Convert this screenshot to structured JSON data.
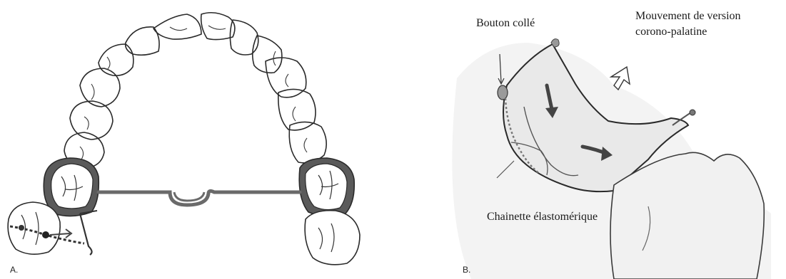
{
  "panel_a": {
    "label": "A."
  },
  "panel_b": {
    "label": "B.",
    "annotations": {
      "bonded_button": "Bouton collé",
      "movement_line1": "Mouvement  de version",
      "movement_line2": "corono-palatine",
      "elastomeric_chain": "Chainette élastomérique"
    }
  },
  "colors": {
    "outline": "#2a2a2a",
    "wire": "#6a6a6a",
    "band": "#555555",
    "shading": "#ececec"
  }
}
